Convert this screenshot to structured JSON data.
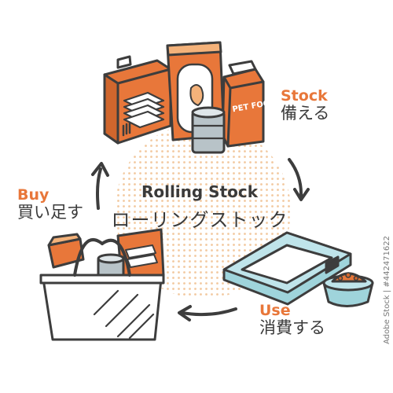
{
  "diagram": {
    "center": {
      "title_en": "Rolling Stock",
      "title_ja": "ローリングストック"
    },
    "stages": {
      "stock": {
        "en": "Stock",
        "ja": "備える"
      },
      "use": {
        "en": "Use",
        "ja": "消費する"
      },
      "buy": {
        "en": "Buy",
        "ja": "買い足す"
      }
    },
    "illustrations": {
      "stock_box_text": "PET FOOD",
      "stock_items": [
        "pet-sheet-pack-icon",
        "pet-food-bag-icon",
        "canned-food-icon"
      ],
      "use_items": [
        "litter-tray-icon",
        "pet-food-bowl-icon"
      ],
      "buy_items": [
        "shopping-basket-icon"
      ]
    },
    "colors": {
      "accent": "#e8773a",
      "accent_light": "#f4b27a",
      "outline": "#3d3d3d",
      "tray_blue": "#9fd4db",
      "can_gray": "#b8c3c8",
      "dot_pattern": "#f2c9a0"
    }
  },
  "watermark": {
    "stock_id": "Adobe Stock | #442471622"
  }
}
